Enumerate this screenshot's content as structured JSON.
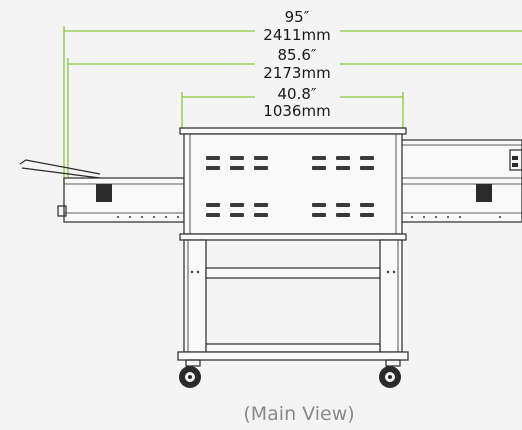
{
  "dimensions": [
    {
      "inches": "95″",
      "mm": "2411mm"
    },
    {
      "inches": "85.6″",
      "mm": "2173mm"
    },
    {
      "inches": "40.8″",
      "mm": "1036mm"
    }
  ],
  "caption": "(Main View)",
  "colors": {
    "dimension_line": "#8cc63f",
    "outline": "#2a2a2a",
    "caption": "#8a8a8a",
    "background": "#f4f4f4"
  }
}
